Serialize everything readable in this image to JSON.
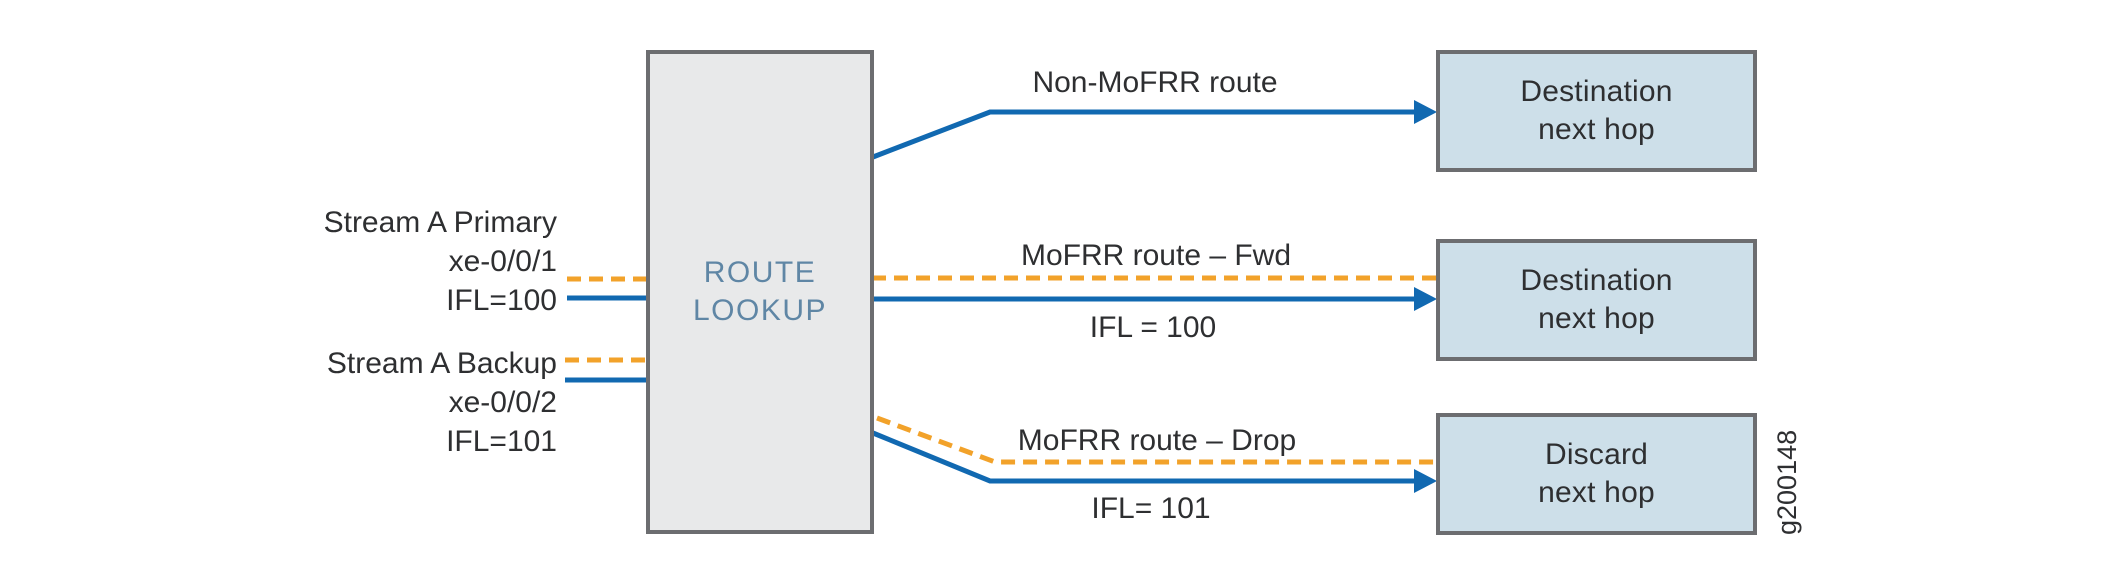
{
  "diagram": {
    "route_lookup": {
      "line1": "ROUTE",
      "line2": "LOOKUP"
    },
    "inputs": {
      "primary": {
        "name": "Stream A Primary",
        "interface": "xe-0/0/1",
        "ifl": "IFL=100"
      },
      "backup": {
        "name": "Stream A Backup",
        "interface": "xe-0/0/2",
        "ifl": "IFL=101"
      }
    },
    "routes": {
      "non_mofrr": {
        "label": "Non-MoFRR route"
      },
      "mofrr_fwd": {
        "label": "MoFRR route – Fwd",
        "sublabel": "IFL = 100"
      },
      "mofrr_drop": {
        "label": "MoFRR route – Drop",
        "sublabel": "IFL= 101"
      }
    },
    "outputs": {
      "non_mofrr_hop": {
        "line1": "Destination",
        "line2": "next hop"
      },
      "fwd_hop": {
        "line1": "Destination",
        "line2": "next hop"
      },
      "drop_hop": {
        "line1": "Discard",
        "line2": "next hop"
      }
    },
    "figure_id": "g200148",
    "colors": {
      "active_stream_blue": "#1169b1",
      "backup_stream_orange": "#f2a22a",
      "node_border_gray": "#6c6d70",
      "route_box_fill": "#e8e9ea",
      "next_hop_fill": "#cddfe9",
      "route_box_text": "#5f86a5",
      "label_text": "#2e2f31"
    }
  }
}
